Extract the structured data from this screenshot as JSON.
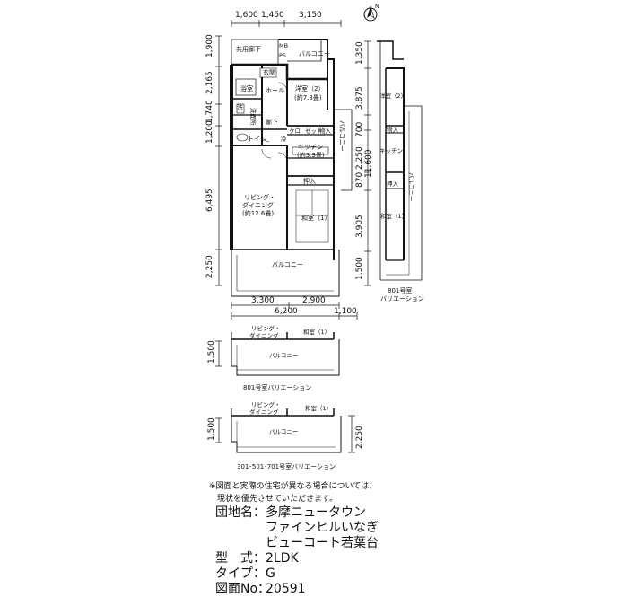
{
  "plan": {
    "north_mark": "N",
    "top_dims": [
      "1,600",
      "1,450",
      "3,150"
    ],
    "left_dims": [
      "1,900",
      "2,165",
      "1,740",
      "1,200",
      "6,495",
      "2,250"
    ],
    "bottom_dims_row1": [
      "3,300",
      "2,900"
    ],
    "bottom_dims_row2": [
      "6,200",
      "1,100"
    ],
    "right_dims_variation": [
      "1,350",
      "3,875",
      "700",
      "2,250",
      "870",
      "3,905",
      "1,500"
    ],
    "right_total": "11,600",
    "rooms": {
      "common_hall": "共用廊下",
      "balcony_top": "バルコニー",
      "mb": "MB",
      "ps": "PS",
      "entrance": "玄関",
      "hall": "ホール",
      "bath": "浴室",
      "wash": "洗",
      "washroom": "洗面所",
      "western_room_2": "洋室（2）",
      "western_room_2_size": "(約7.3畳)",
      "corridor": "廊下",
      "closet": "クロ",
      "closet_2": "ゼット",
      "storage": "物入",
      "toilet": "トイレ",
      "kitchen": "キッチン",
      "kitchen_size": "(約3.9畳)",
      "oshiire": "押入",
      "living": "リビング・",
      "dining": "ダイニング",
      "living_size": "(約12.6畳)",
      "japanese_room": "和室（1）",
      "balcony_side": "バルコニー",
      "balcony_bottom": "バルコニー",
      "fridge": "冷"
    },
    "variation_801": {
      "western": "洋室（2）",
      "storage": "物入",
      "kitchen": "キッチン",
      "oshiire": "押入",
      "japanese": "和室（1）",
      "balcony": "バルコニー",
      "caption_1": "801号室",
      "caption_2": "バリエーション"
    },
    "variation_a": {
      "living": "リビング・",
      "dining": "ダイニング",
      "japanese": "和室（1）",
      "balcony": "バルコニー",
      "dim": "1,500",
      "caption": "801号室バリエーション"
    },
    "variation_b": {
      "living": "リビング・",
      "dining": "ダイニング",
      "japanese": "和室（1）",
      "balcony": "バルコニー",
      "dim_left": "1,500",
      "dim_right": "2,250",
      "caption": "301･501･701号室バリエーション"
    }
  },
  "note": {
    "line1": "※図面と実際の住宅が異なる場合については、",
    "line2": "現状を優先させていただきます。"
  },
  "info": {
    "name_label": "団地名：",
    "name_line1": "多摩ニュータウン",
    "name_line2": "ファインヒルいなぎ",
    "name_line3": "ビューコート若葉台",
    "type_label": "型　式：",
    "type_value": "2LDK",
    "kind_label": "タイプ：",
    "kind_value": "G",
    "no_label": "図面No：",
    "no_value": "20591"
  }
}
